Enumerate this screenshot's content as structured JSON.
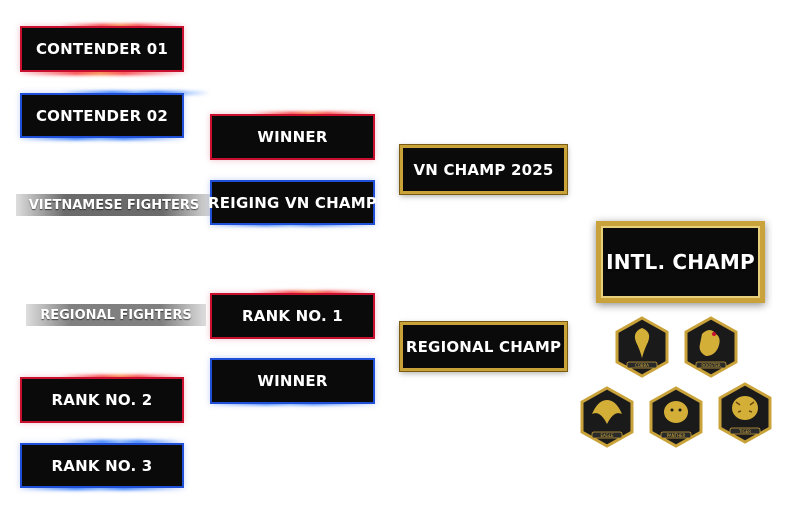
{
  "bracket": {
    "contender_01": "CONTENDER 01",
    "contender_02": "CONTENDER 02",
    "winner_top": "WINNER",
    "reigning_vn_champ": "REIGING VN CHAMP",
    "vn_champ": "VN CHAMP 2025",
    "rank_1": "RANK NO. 1",
    "winner_bottom": "WINNER",
    "rank_2": "RANK NO. 2",
    "rank_3": "RANK NO. 3",
    "regional_champ": "REGIONAL CHAMP",
    "intl_champ": "INTL. CHAMP"
  },
  "labels": {
    "vietnamese_fighters": "VIETNAMESE FIGHTERS",
    "regional_fighters": "REGIONAL FIGHTERS"
  },
  "badges": [
    {
      "icon": "cobra-badge-icon",
      "text": "COBRA"
    },
    {
      "icon": "rooster-badge-icon",
      "text": "ROOSTER"
    },
    {
      "icon": "eagle-badge-icon",
      "text": "EAGLE"
    },
    {
      "icon": "panther-badge-icon",
      "text": "PANTHER"
    },
    {
      "icon": "tiger-badge-icon",
      "text": "TIGER"
    }
  ],
  "colors": {
    "red": "#c8102e",
    "blue": "#1f4fd6",
    "gold": "#c9a33a",
    "panel": "#0a0a0a"
  }
}
